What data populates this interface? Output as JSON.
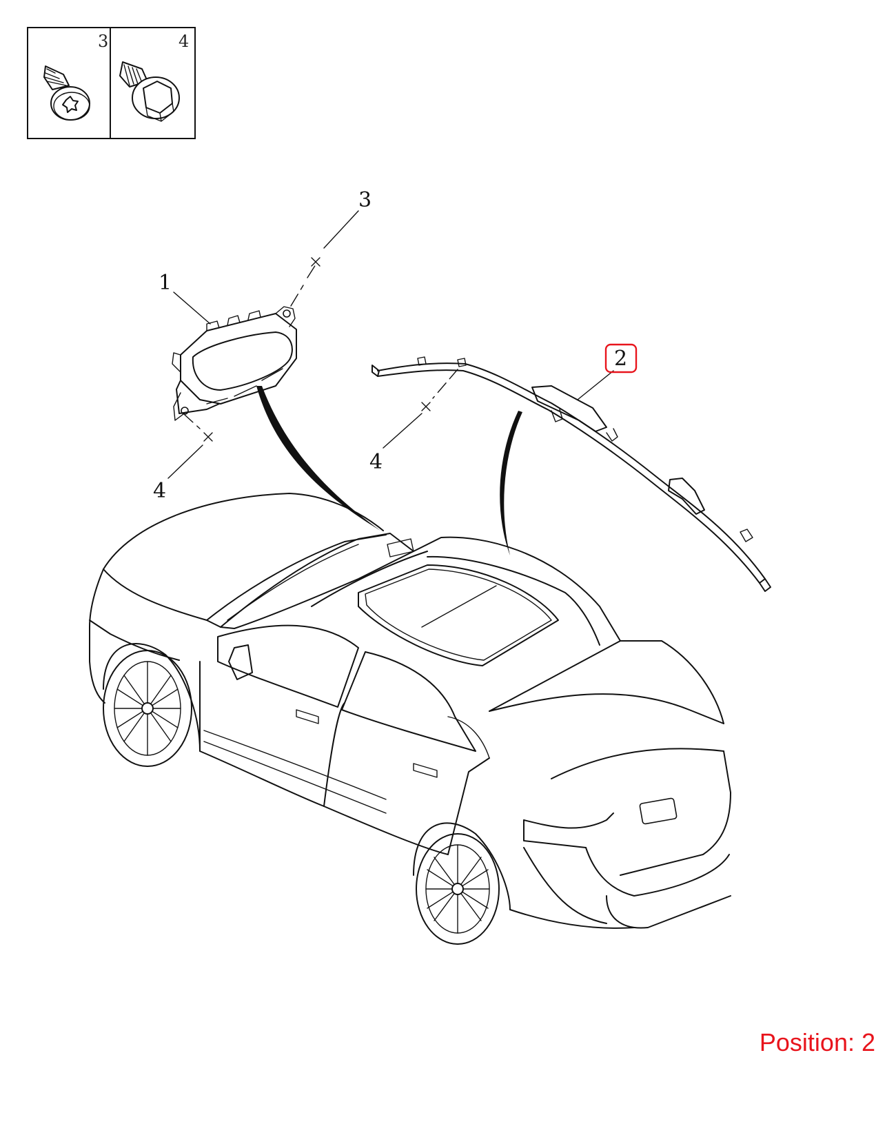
{
  "fastener_box": {
    "items": [
      {
        "number": "3",
        "icon": "torx-screw-icon"
      },
      {
        "number": "4",
        "icon": "hex-flange-bolt-icon"
      }
    ]
  },
  "callouts": {
    "part_1": "1",
    "part_2": "2",
    "part_3": "3",
    "part_4_left": "4",
    "part_4_right": "4"
  },
  "highlight_color": "#e8141c",
  "position_label": "Position: 2"
}
